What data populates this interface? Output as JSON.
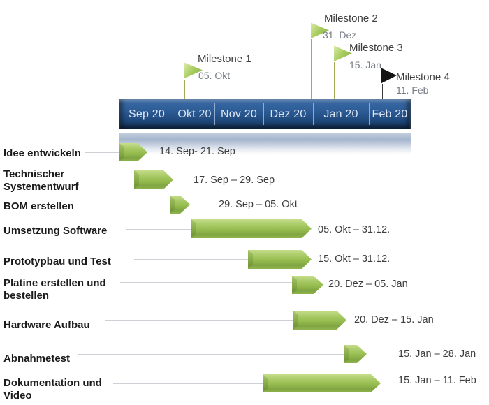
{
  "chart_data": {
    "type": "gantt",
    "title": "",
    "months": [
      "Sep 20",
      "Okt 20",
      "Nov 20",
      "Dez 20",
      "Jan 20",
      "Feb 20"
    ],
    "axis_range": [
      "Sep 20",
      "Feb 20"
    ],
    "milestones": [
      {
        "name": "Milestone 1",
        "date": "05. Okt",
        "flag_color": "green"
      },
      {
        "name": "Milestone 2",
        "date": "31. Dez",
        "flag_color": "green"
      },
      {
        "name": "Milestone 3",
        "date": "15. Jan",
        "flag_color": "green"
      },
      {
        "name": "Milestone 4",
        "date": "11. Feb",
        "flag_color": "black"
      }
    ],
    "tasks": [
      {
        "label": "Idee entwickeln",
        "start": "14. Sep",
        "end": "21. Sep",
        "date_label": "14. Sep- 21. Sep"
      },
      {
        "label": "Technischer Systementwurf",
        "start": "17. Sep",
        "end": "29. Sep",
        "date_label": "17. Sep – 29. Sep"
      },
      {
        "label": "BOM erstellen",
        "start": "29. Sep",
        "end": "05. Okt",
        "date_label": "29. Sep – 05. Okt"
      },
      {
        "label": "Umsetzung Software",
        "start": "05. Okt",
        "end": "31.12.",
        "date_label": "05. Okt – 31.12."
      },
      {
        "label": "Prototypbau und Test",
        "start": "15. Okt",
        "end": "31.12.",
        "date_label": "15. Okt – 31.12."
      },
      {
        "label": "Platine erstellen und bestellen",
        "start": "20. Dez",
        "end": "05. Jan",
        "date_label": "20. Dez – 05. Jan"
      },
      {
        "label": "Hardware Aufbau",
        "start": "20. Dez",
        "end": "15. Jan",
        "date_label": "20. Dez – 15. Jan"
      },
      {
        "label": "Abnahmetest",
        "start": "15. Jan",
        "end": "28. Jan",
        "date_label": "15. Jan – 28. Jan"
      },
      {
        "label": "Dokumentation und Video",
        "start": "15. Jan",
        "end": "11. Feb",
        "date_label": "15. Jan – 11. Feb"
      }
    ],
    "colors": {
      "bar_blue": "#1f4a7d",
      "task_green": "#9cc355",
      "flag_green": "#a9cd60",
      "flag_black": "#141414",
      "milestone_date_gray": "#767b84",
      "date_text": "#3d3d3d",
      "label_text": "#1b1b1b"
    },
    "legend": "none",
    "grid": false
  }
}
